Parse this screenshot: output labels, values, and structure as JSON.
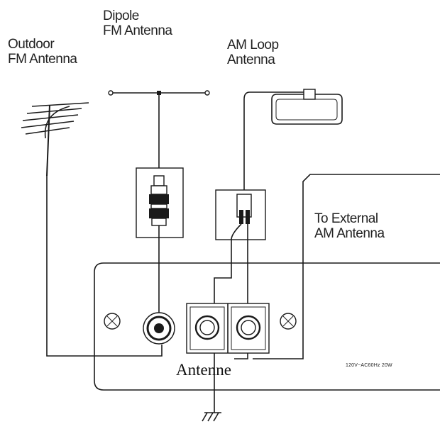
{
  "labels": {
    "outdoor_fm": [
      "Outdoor",
      "FM Antenna"
    ],
    "dipole_fm": [
      "Dipole",
      "FM Antenna"
    ],
    "am_loop": [
      "AM Loop",
      "Antenna"
    ],
    "external_am": [
      "To External",
      "AM Antenna"
    ],
    "antenne": "Antenne",
    "power_rating": "120V~AC60Hz 20W"
  },
  "colors": {
    "line": "#1a1a1a",
    "background": "#ffffff"
  }
}
